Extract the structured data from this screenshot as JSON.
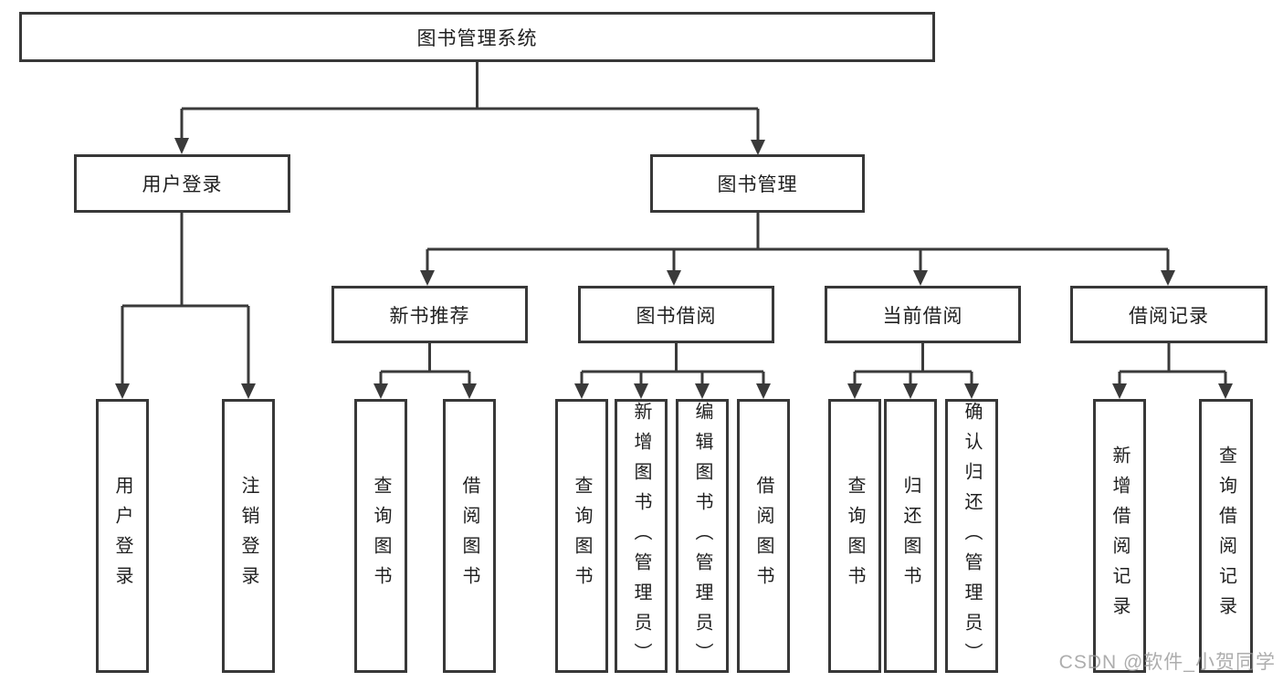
{
  "root": {
    "label": "图书管理系统"
  },
  "level2": {
    "user_login": "用户登录",
    "book_mgmt": "图书管理"
  },
  "level3": {
    "new_books": "新书推荐",
    "borrowing": "图书借阅",
    "current": "当前借阅",
    "records": "借阅记录"
  },
  "leaves": {
    "user_login": [
      "用户登录",
      "注销登录"
    ],
    "new_books": [
      "查询图书",
      "借阅图书"
    ],
    "borrowing": [
      "查询图书",
      "新增图书（管理员）",
      "编辑图书（管理员）",
      "借阅图书"
    ],
    "current": [
      "查询图书",
      "归还图书",
      "确认归还（管理员）"
    ],
    "records": [
      "新增借阅记录",
      "查询借阅记录"
    ]
  },
  "watermark": "CSDN @软件_小贺同学",
  "colors": {
    "line": "#3a3a3a",
    "border": "#383838",
    "text": "#1f1f1f",
    "watermark": "#999999",
    "background": "#ffffff"
  }
}
